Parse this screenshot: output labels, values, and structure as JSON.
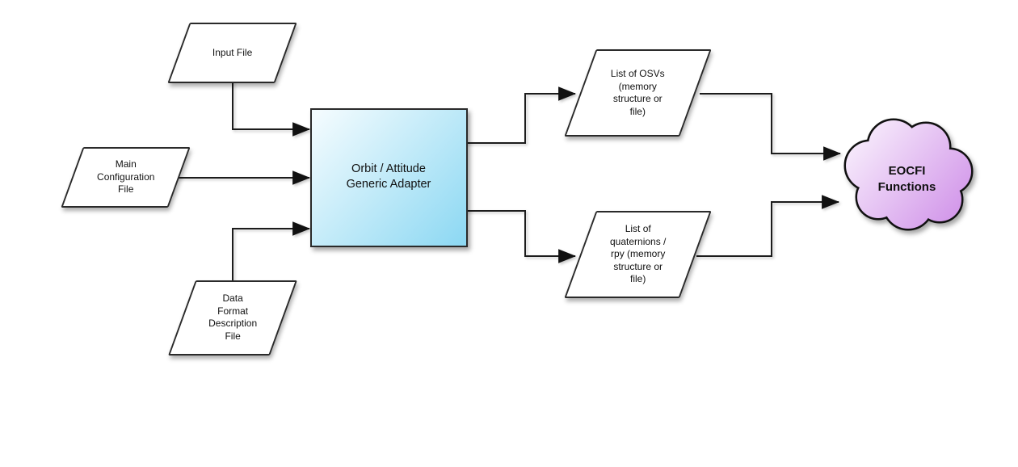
{
  "nodes": {
    "input_file": {
      "label": "Input File",
      "shape": "parallelogram"
    },
    "main_configuration_file": {
      "label": "Main\nConfiguration\nFile",
      "shape": "parallelogram"
    },
    "data_format_description_file": {
      "label": "Data\nFormat\nDescription\nFile",
      "shape": "parallelogram"
    },
    "adapter": {
      "label": "Orbit / Attitude\nGeneric Adapter",
      "shape": "process-box"
    },
    "osv_list": {
      "label": "List of OSVs\n(memory\nstructure or\nfile)",
      "shape": "parallelogram"
    },
    "quaternion_list": {
      "label": "List of\nquaternions /\nrpy (memory\nstructure or\nfile)",
      "shape": "parallelogram"
    },
    "eocfi_functions": {
      "label": "EOCFI\nFunctions",
      "shape": "cloud"
    }
  },
  "edges": [
    {
      "from": "input_file",
      "to": "adapter"
    },
    {
      "from": "main_configuration_file",
      "to": "adapter"
    },
    {
      "from": "data_format_description_file",
      "to": "adapter"
    },
    {
      "from": "adapter",
      "to": "osv_list"
    },
    {
      "from": "adapter",
      "to": "quaternion_list"
    },
    {
      "from": "osv_list",
      "to": "eocfi_functions"
    },
    {
      "from": "quaternion_list",
      "to": "eocfi_functions"
    }
  ],
  "colors": {
    "adapter_fill_light": "#f2fbfe",
    "adapter_fill_dark": "#8fd9f3",
    "cloud_fill_light": "#f8eefc",
    "cloud_fill_dark": "#cf8fe8",
    "connector": "#1c1c1c",
    "shape_border": "#2a2a2a",
    "background": "#ffffff"
  }
}
